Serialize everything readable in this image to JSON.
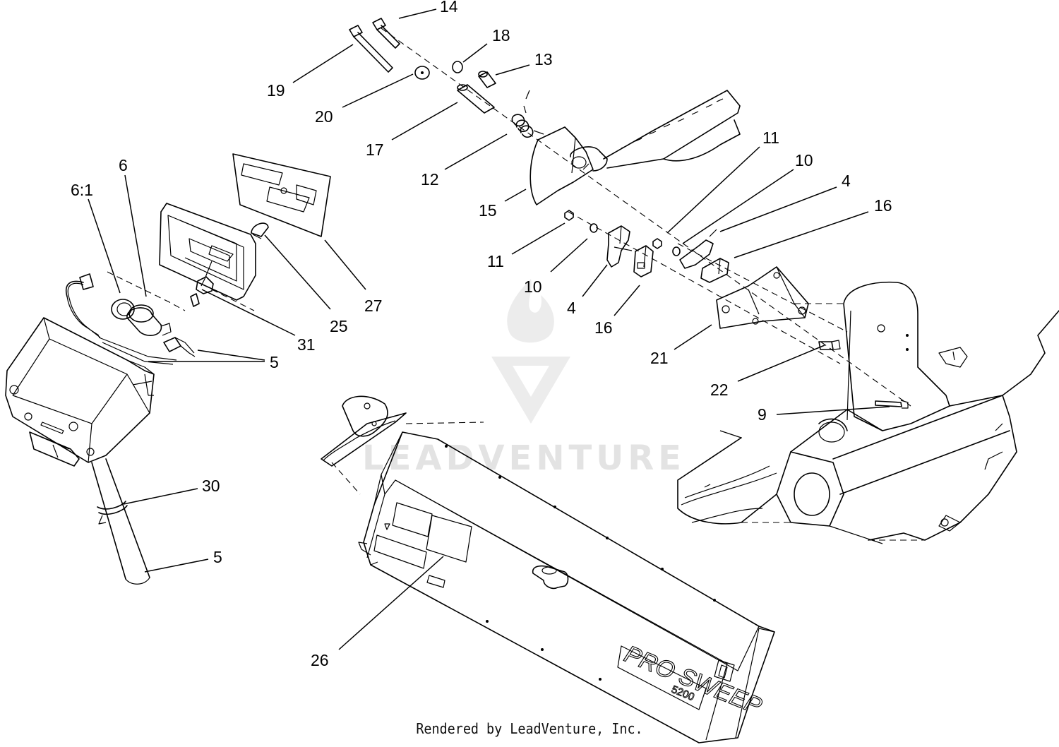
{
  "diagram": {
    "watermark": "LEADVENTURE",
    "decal_text": "PRO SWEEP",
    "decal_model": "5200",
    "callouts": [
      {
        "id": "c14",
        "text": "14"
      },
      {
        "id": "c18",
        "text": "18"
      },
      {
        "id": "c13",
        "text": "13"
      },
      {
        "id": "c19",
        "text": "19"
      },
      {
        "id": "c20",
        "text": "20"
      },
      {
        "id": "c17",
        "text": "17"
      },
      {
        "id": "c12",
        "text": "12"
      },
      {
        "id": "c15",
        "text": "15"
      },
      {
        "id": "c11a",
        "text": "11"
      },
      {
        "id": "c10a",
        "text": "10"
      },
      {
        "id": "c4a",
        "text": "4"
      },
      {
        "id": "c16a",
        "text": "16"
      },
      {
        "id": "c11b",
        "text": "11"
      },
      {
        "id": "c10b",
        "text": "10"
      },
      {
        "id": "c4b",
        "text": "4"
      },
      {
        "id": "c16b",
        "text": "16"
      },
      {
        "id": "c21",
        "text": "21"
      },
      {
        "id": "c22",
        "text": "22"
      },
      {
        "id": "c9",
        "text": "9"
      },
      {
        "id": "c6",
        "text": "6"
      },
      {
        "id": "c61",
        "text": "6:1"
      },
      {
        "id": "c27",
        "text": "27"
      },
      {
        "id": "c25",
        "text": "25"
      },
      {
        "id": "c31",
        "text": "31"
      },
      {
        "id": "c5a",
        "text": "5"
      },
      {
        "id": "c30",
        "text": "30"
      },
      {
        "id": "c5b",
        "text": "5"
      },
      {
        "id": "c26",
        "text": "26"
      }
    ]
  },
  "footer": {
    "text": "Rendered by LeadVenture, Inc."
  }
}
